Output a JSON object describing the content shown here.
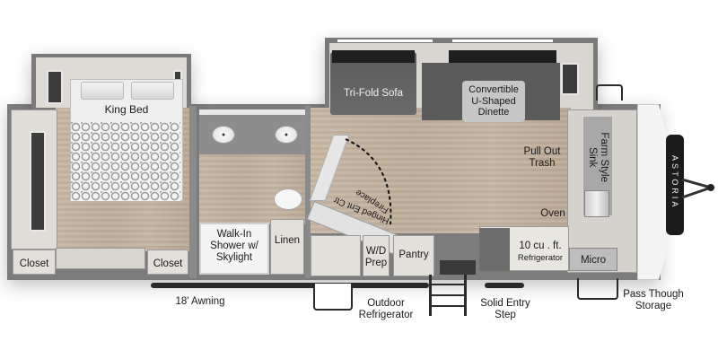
{
  "floorplan": {
    "brand_badge": "ASTORIA",
    "rooms": {
      "bedroom": {
        "bed_label": "King Bed",
        "closet_left": "Closet",
        "closet_right": "Closet"
      },
      "bathroom": {
        "shower_label": "Walk-In\nShower w/\nSkylight",
        "linen_label": "Linen"
      },
      "living": {
        "sofa_label": "Tri-Fold Sofa",
        "dinette_label": "Convertible\nU-Shaped\nDinette",
        "fireplace_label": "Fireplace",
        "ent_ctr_label": "Hinged Ent Ctr",
        "wd_label": "W/D\nPrep",
        "pantry_label": "Pantry"
      },
      "kitchen": {
        "trash_label": "Pull Out\nTrash",
        "sink_label": "Farm Style\nSink",
        "oven_label": "Oven",
        "fridge_label_1": "10 cu . ft.",
        "fridge_label_2": "Refrigerator",
        "micro_label": "Micro"
      }
    },
    "exterior": {
      "awning_label": "18' Awning",
      "outdoor_fridge_label": "Outdoor\nRefrigerator",
      "entry_step_label": "Solid Entry\nStep",
      "storage_label": "Pass Though\nStorage"
    },
    "colors": {
      "wall": "#7c7c7c",
      "floor": "#c4b29f",
      "cabinet": "#e3e0db",
      "upholstery": "#5e5e5e",
      "badge": "#1c1c1c"
    }
  }
}
